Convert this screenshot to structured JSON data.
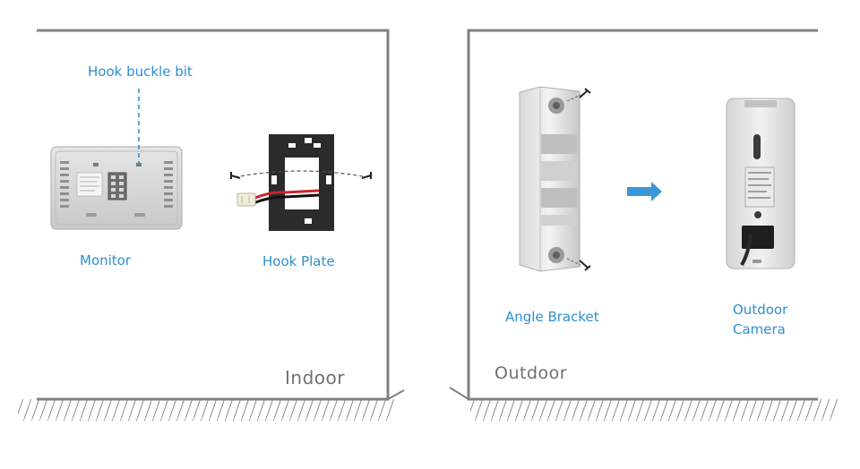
{
  "indoor": {
    "room_label": "Indoor",
    "hook_buckle_label": "Hook buckle bit",
    "monitor_label": "Monitor",
    "hook_plate_label": "Hook Plate"
  },
  "outdoor": {
    "room_label": "Outdoor",
    "angle_bracket_label": "Angle Bracket",
    "camera_label_line1": "Outdoor",
    "camera_label_line2": "Camera"
  },
  "colors": {
    "label_blue": "#2f8fd0",
    "room_text": "#707070",
    "wall_line": "#808080",
    "arrow_blue": "#3b97d8"
  },
  "icons": [
    "arrow-right-icon",
    "screw-icon"
  ]
}
